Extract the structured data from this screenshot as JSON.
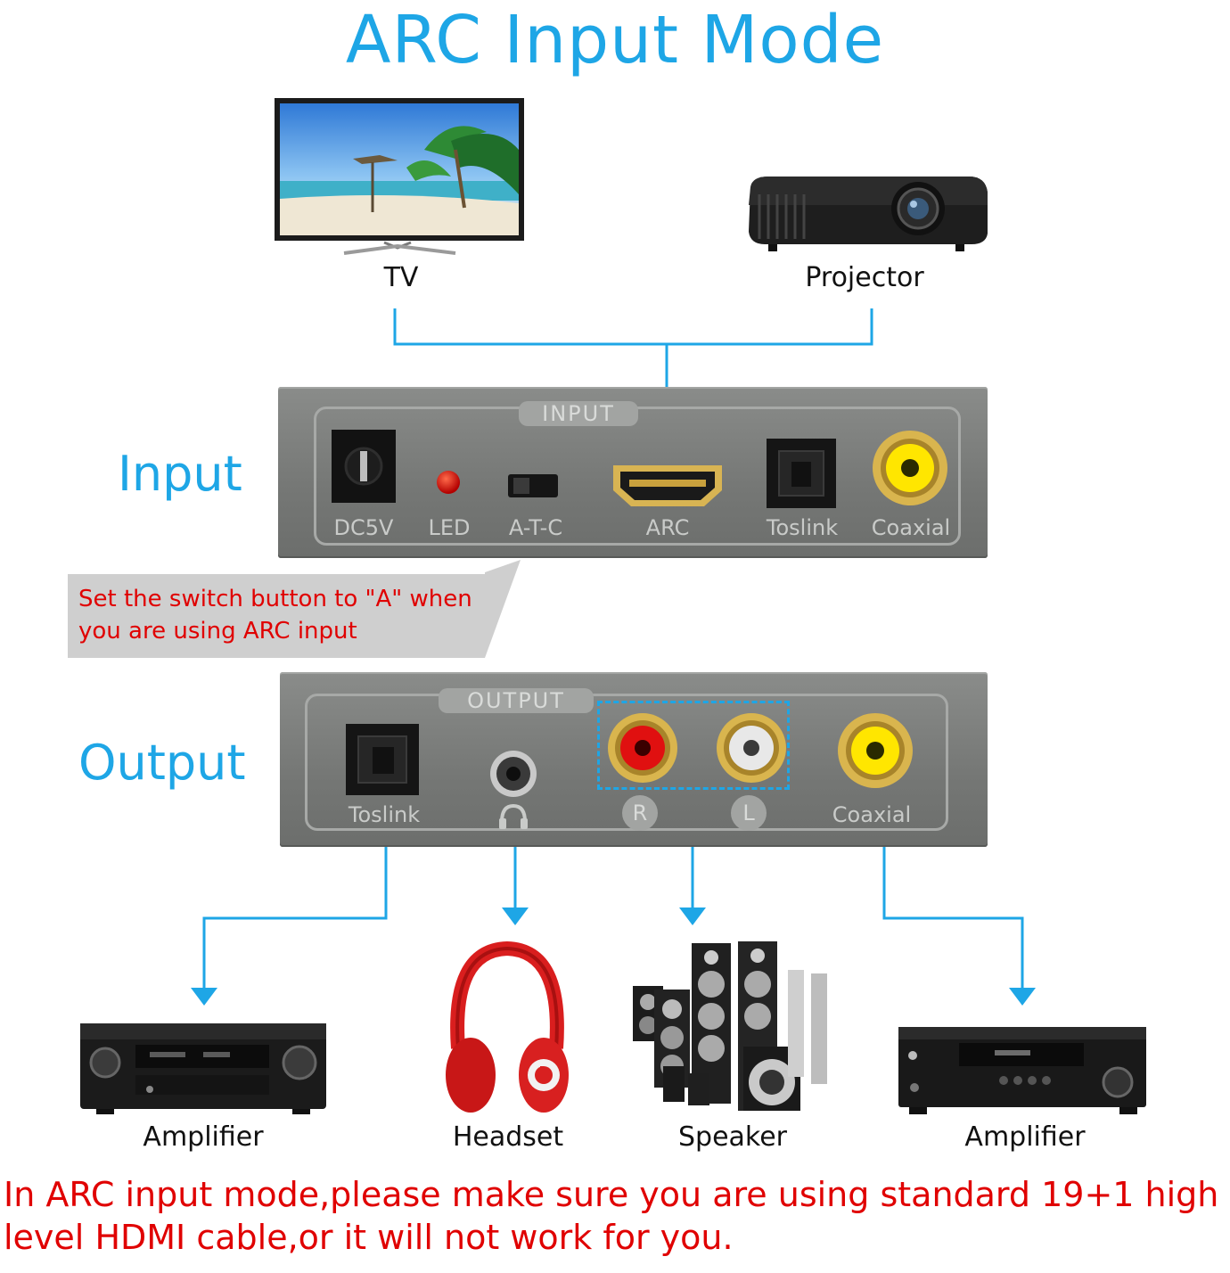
{
  "title": "ARC Input Mode",
  "sources": [
    {
      "label": "TV"
    },
    {
      "label": "Projector"
    }
  ],
  "input_panel": {
    "side_label": "Input",
    "tag": "INPUT",
    "ports": [
      "DC5V",
      "LED",
      "A-T-C",
      "ARC",
      "Toslink",
      "Coaxial"
    ]
  },
  "callout": {
    "line1": "Set the switch button to \"A\" when",
    "line2": "you are using ARC input"
  },
  "output_panel": {
    "side_label": "Output",
    "tag": "OUTPUT",
    "ports": [
      "Toslink",
      "R",
      "L",
      "Coaxial"
    ]
  },
  "outputs": [
    {
      "label": "Amplifier"
    },
    {
      "label": "Headset"
    },
    {
      "label": "Speaker"
    },
    {
      "label": "Amplifier"
    }
  ],
  "note": {
    "line1": "In ARC input mode,please make sure you are using standard 19+1 high",
    "line2": "level HDMI cable,or it will not work for you."
  },
  "colors": {
    "accent": "#1ea6e6",
    "warning": "#e00000",
    "panel": "#7a7c7a"
  }
}
